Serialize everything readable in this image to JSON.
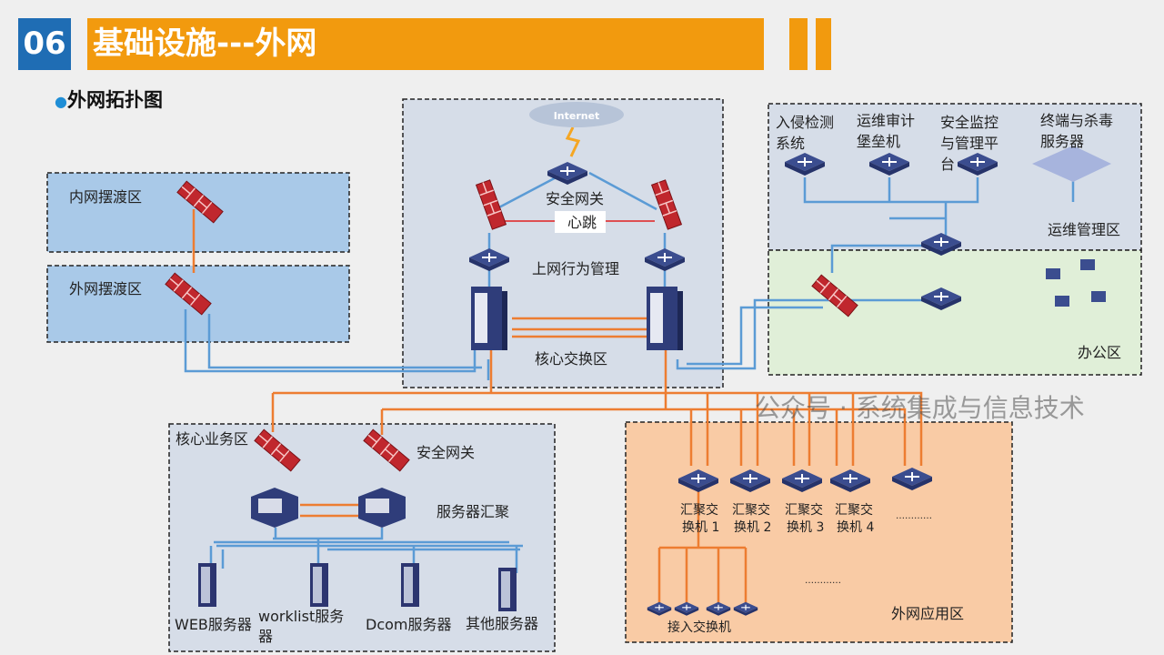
{
  "header": {
    "number": "06",
    "title": "基础设施---外网",
    "subtitle": "外网拓扑图"
  },
  "zones": {
    "inner_ferry": "内网摆渡区",
    "outer_ferry": "外网摆渡区",
    "core_switch": "核心交换区",
    "ops": "运维管理区",
    "office": "办公区",
    "core_business": "核心业务区",
    "external_app": "外网应用区"
  },
  "labels": {
    "internet": "Internet",
    "security_gateway": "安全网关",
    "heartbeat": "心跳",
    "behavior_mgmt": "上网行为管理",
    "ids": [
      "入侵检测",
      "系统"
    ],
    "audit": [
      "运维审计",
      "堡垒机"
    ],
    "monitor": [
      "安全监控",
      "与管理平",
      "台"
    ],
    "antivirus": [
      "终端与杀毒",
      "服务器"
    ],
    "gateway2": "安全网关",
    "server_agg": "服务器汇聚",
    "servers": [
      "WEB服务器",
      "worklist服务",
      "器",
      "Dcom服务器",
      "其他服务器"
    ],
    "agg_switches": [
      [
        "汇聚交",
        "换机 1"
      ],
      [
        "汇聚交",
        "换机 2"
      ],
      [
        "汇聚交",
        "换机 3"
      ],
      [
        "汇聚交",
        "换机 4"
      ]
    ],
    "ellipsis1": "…………",
    "ellipsis2": "…………",
    "access_switch": "接入交换机"
  },
  "watermark": "公众号 · 系统集成与信息技术",
  "colors": {
    "blue_accent": "#1f6db4",
    "orange_accent": "#f29a0e",
    "link_blue": "#5b9bd5",
    "link_orange": "#ed7d31",
    "firewall": "#c0272d"
  }
}
